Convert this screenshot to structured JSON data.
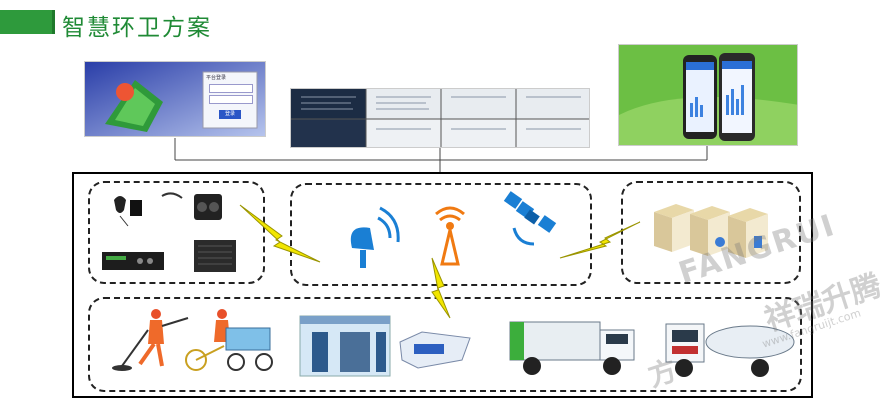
{
  "title": "智慧环卫方案",
  "login_screen": {
    "header": "平台登录",
    "button": "登录"
  },
  "watermark": {
    "brand_latin": "FANGRUI",
    "brand_cn": "祥瑞升腾",
    "url": "www.fangruijt.com",
    "side_cn": "方"
  },
  "colors": {
    "title_green": "#1f8a35",
    "signal_yellow": "#f2e600",
    "antenna_blue": "#1a7fd4",
    "tower_orange": "#f07a12",
    "mobile_bg": "#6cbf44"
  }
}
